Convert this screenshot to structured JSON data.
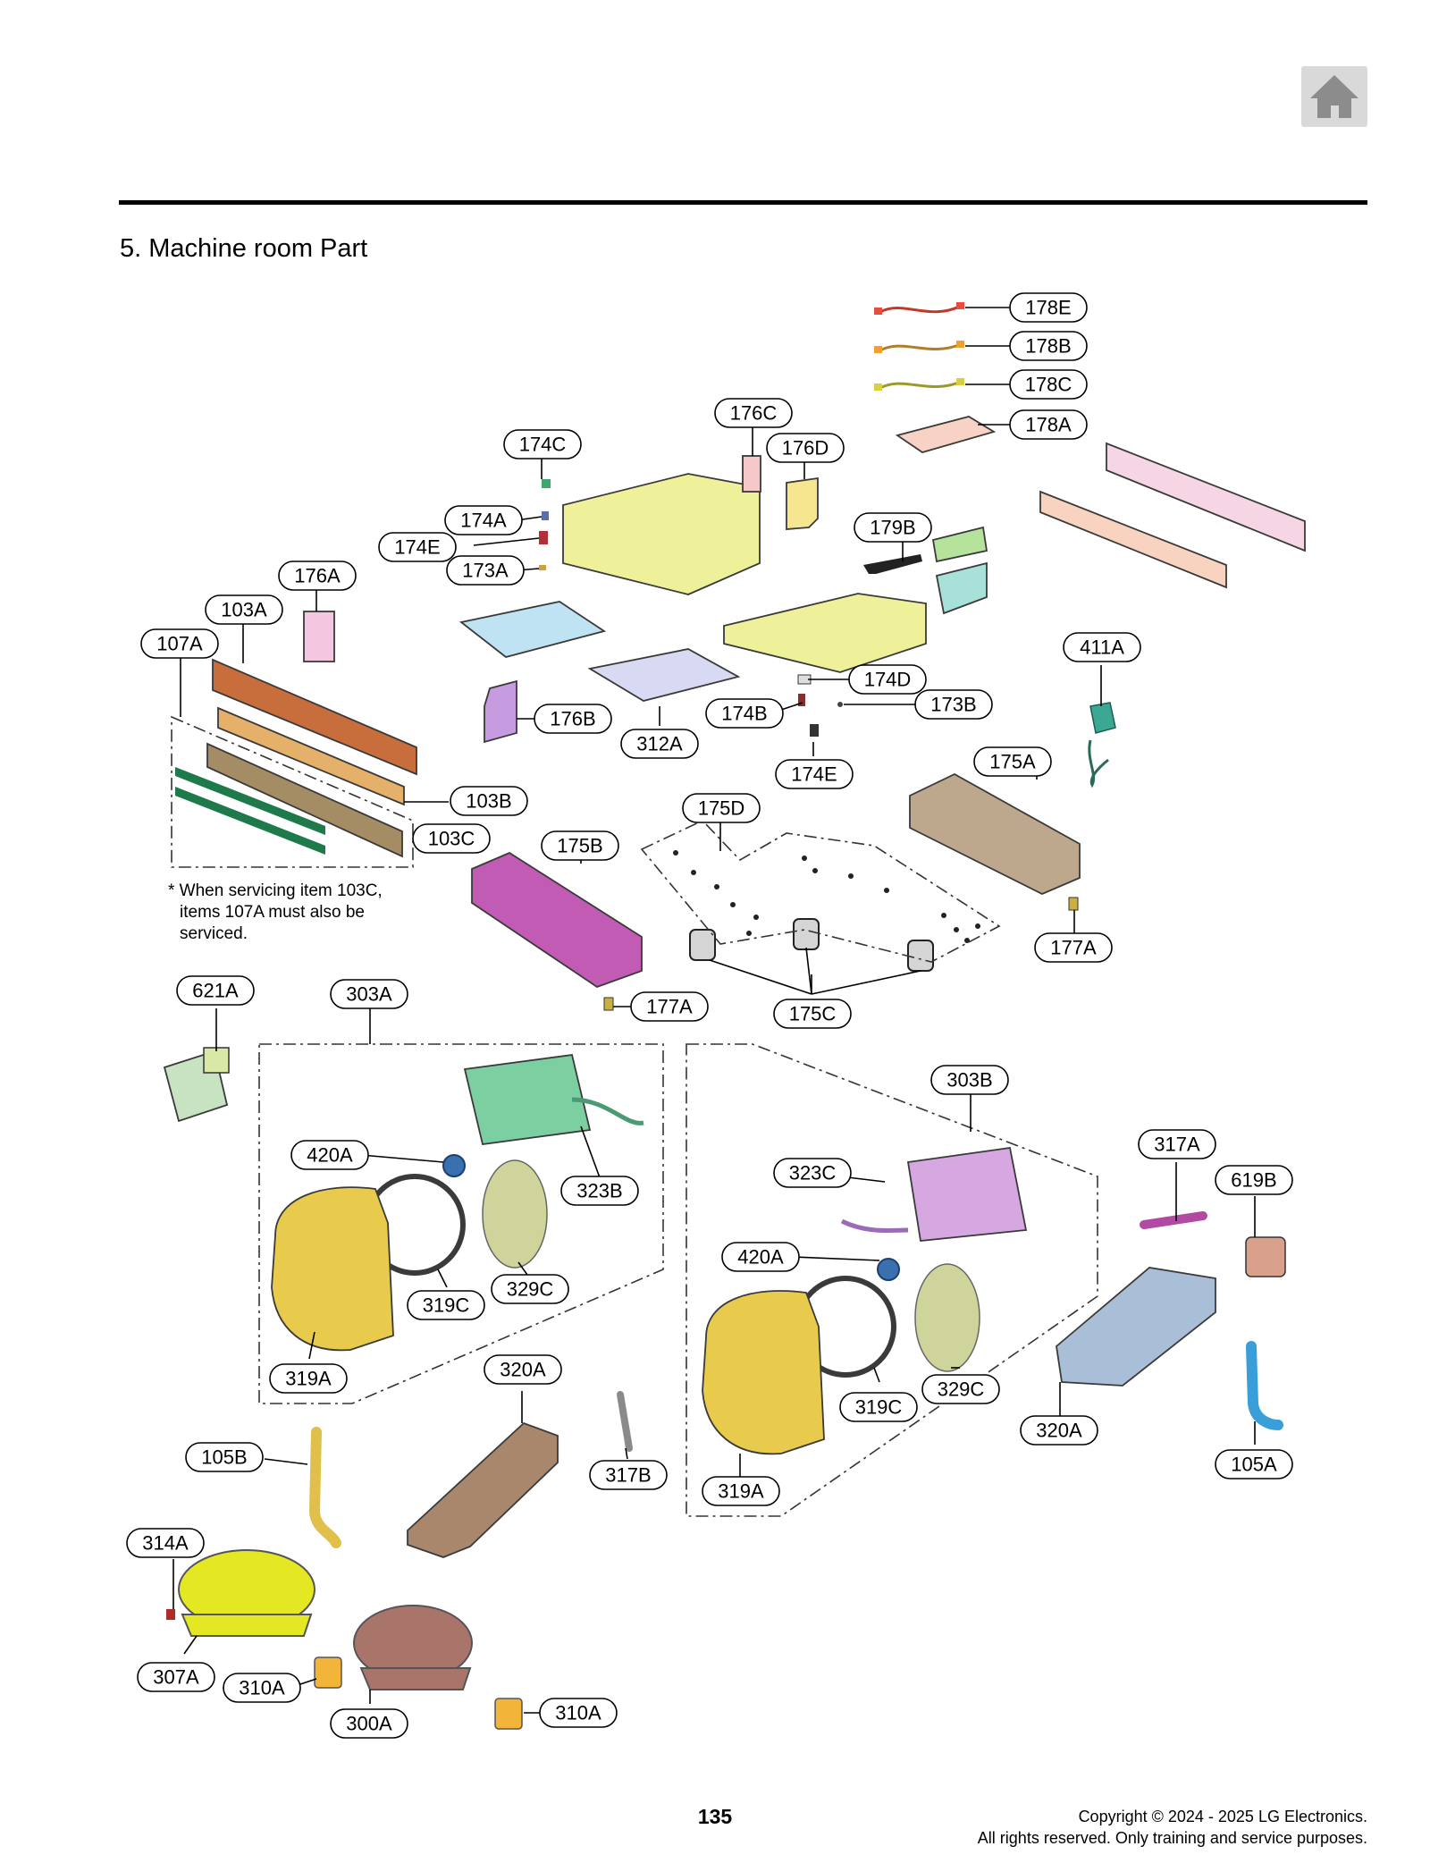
{
  "section_title": "5. Machine room Part",
  "service_note": [
    "* When servicing item 103C,",
    "items 107A must also be",
    "serviced."
  ],
  "page_number": "135",
  "copyright": [
    "Copyright © 2024 - 2025 LG Electronics.",
    "All rights reserved. Only training and service purposes."
  ],
  "home_icon": "home-icon",
  "colors": {
    "copper_grille": "#c86e3c",
    "yellow_frame": "#eef09a",
    "blue_plate": "#bfe3f2",
    "lavender_plate": "#d7daf2",
    "magenta_base": "#c15bb4",
    "tan_base": "#bda88d",
    "green_condenser": "#7ccfa0",
    "violet_condenser": "#d6a7e0",
    "fan_shroud": "#e8cb4c",
    "fan_blade": "#cfd49a",
    "tray_brown": "#a8876d",
    "tray_blue": "#a9bfd8",
    "compressor_lime": "#e4e822",
    "compressor_brown": "#a9756b",
    "capacitor_orange": "#f2b53a"
  },
  "parts": {
    "p178E": "178E",
    "p178B": "178B",
    "p178C": "178C",
    "p178A": "178A",
    "p176C": "176C",
    "p176D": "176D",
    "p174C": "174C",
    "p174A": "174A",
    "p174E_top": "174E",
    "p173A": "173A",
    "p179B": "179B",
    "p176A": "176A",
    "p103A": "103A",
    "p107A": "107A",
    "p411A": "411A",
    "p174D": "174D",
    "p173B": "173B",
    "p176B": "176B",
    "p174B": "174B",
    "p312A": "312A",
    "p174E_bottom": "174E",
    "p175A": "175A",
    "p103B": "103B",
    "p175D": "175D",
    "p103C": "103C",
    "p175B": "175B",
    "p177A_right": "177A",
    "p621A": "621A",
    "p303A": "303A",
    "p177A_left": "177A",
    "p175C": "175C",
    "p303B": "303B",
    "p420A_left": "420A",
    "p317A": "317A",
    "p323B": "323B",
    "p619B": "619B",
    "p323C": "323C",
    "p329C_left": "329C",
    "p319C_left": "319C",
    "p420A_right": "420A",
    "p319A_left": "319A",
    "p320A_left": "320A",
    "p329C_right": "329C",
    "p319C_right": "319C",
    "p320A_right": "320A",
    "p105B": "105B",
    "p317B": "317B",
    "p105A": "105A",
    "p319A_right": "319A",
    "p314A": "314A",
    "p307A": "307A",
    "p310A_left": "310A",
    "p300A": "300A",
    "p310A_right": "310A"
  }
}
